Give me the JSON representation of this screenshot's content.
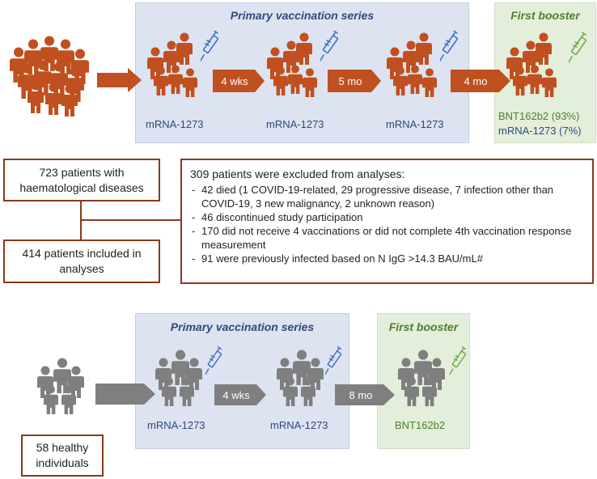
{
  "colors": {
    "patient": "#c0501f",
    "healthy": "#7f7f7f",
    "blue_text": "#2f4a7a",
    "green_text": "#4f7f2a",
    "box_border": "#8a3a1b",
    "syringe_blue": "#4472c4",
    "syringe_green": "#70ad47"
  },
  "icons": [
    "people-group-icon",
    "syringe-icon"
  ],
  "top": {
    "primary_title": "Primary vaccination series",
    "booster_title": "First booster",
    "vaccines": [
      "mRNA-1273",
      "mRNA-1273",
      "mRNA-1273"
    ],
    "intervals": [
      "4 wks",
      "5 mo",
      "4 mo"
    ],
    "booster_lines": [
      "BNT162b2 (93%)",
      "mRNA-1273 (7%)"
    ]
  },
  "flow": {
    "enrolled": "723 patients with haematological diseases",
    "included": "414 patients included in analyses",
    "excluded_title": "309 patients were excluded from analyses:",
    "excluded_items": [
      "42 died (1 COVID-19-related, 29 progressive disease, 7 infection other than COVID-19, 3 new malignancy, 2 unknown reason)",
      "46 discontinued study participation",
      "170 did not receive 4 vaccinations or did not complete 4th vaccination response measurement",
      "91 were previously infected based on N IgG >14.3 BAU/mL#"
    ]
  },
  "bottom": {
    "primary_title": "Primary vaccination series",
    "booster_title": "First booster",
    "vaccines": [
      "mRNA-1273",
      "mRNA-1273"
    ],
    "intervals": [
      "4 wks",
      "8 mo"
    ],
    "booster_vaccine": "BNT162b2",
    "healthy": "58 healthy individuals"
  }
}
